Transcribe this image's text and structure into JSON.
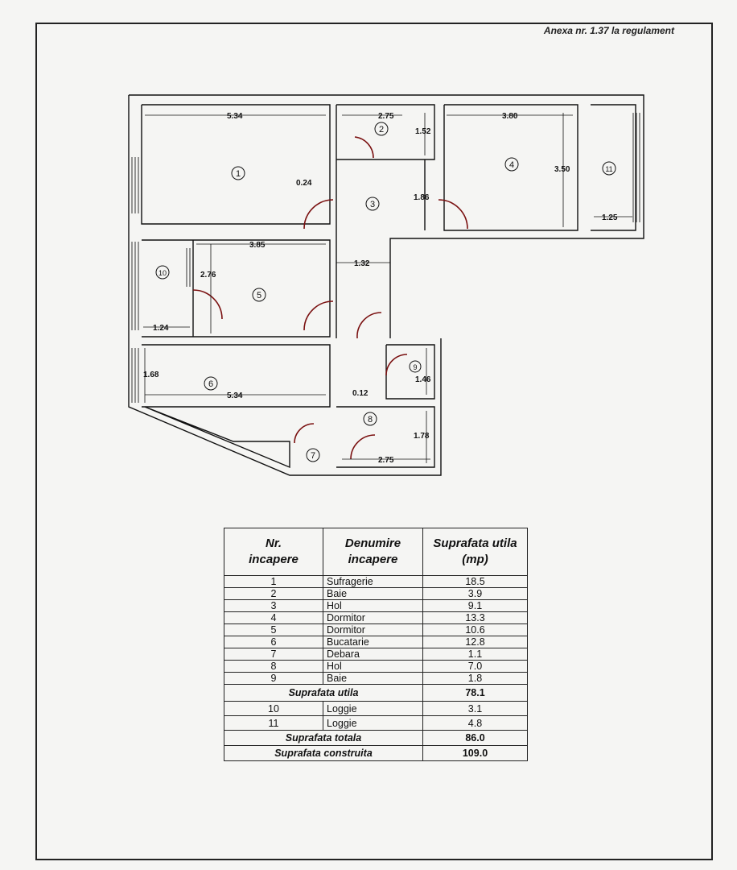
{
  "header": "Anexa nr. 1.37 la regulament",
  "plan": {
    "rooms": [
      "1",
      "2",
      "3",
      "4",
      "5",
      "6",
      "7",
      "8",
      "9",
      "10",
      "11"
    ],
    "dimensions": [
      "5.34",
      "2.75",
      "1.52",
      "3.80",
      "3.50",
      "1.25",
      "0.24",
      "1.86",
      "1.32",
      "3.85",
      "2.76",
      "1.24",
      "1.68",
      "5.34",
      "0.12",
      "1.46",
      "1.78",
      "2.75"
    ]
  },
  "table": {
    "headers": [
      "Nr.\nincapere",
      "Denumire\nincapere",
      "Suprafata utila\n(mp)"
    ],
    "rows": [
      {
        "nr": "1",
        "name": "Sufragerie",
        "area": "18.5"
      },
      {
        "nr": "2",
        "name": "Baie",
        "area": "3.9"
      },
      {
        "nr": "3",
        "name": "Hol",
        "area": "9.1"
      },
      {
        "nr": "4",
        "name": "Dormitor",
        "area": "13.3"
      },
      {
        "nr": "5",
        "name": "Dormitor",
        "area": "10.6"
      },
      {
        "nr": "6",
        "name": "Bucatarie",
        "area": "12.8"
      },
      {
        "nr": "7",
        "name": "Debara",
        "area": "1.1"
      },
      {
        "nr": "8",
        "name": "Hol",
        "area": "7.0"
      },
      {
        "nr": "9",
        "name": "Baie",
        "area": "1.8"
      }
    ],
    "subtotal_label": "Suprafata utila",
    "subtotal_value": "78.1",
    "loggia_rows": [
      {
        "nr": "10",
        "name": "Loggie",
        "area": "3.1"
      },
      {
        "nr": "11",
        "name": "Loggie",
        "area": "4.8"
      }
    ],
    "total_label": "Suprafata totala",
    "total_value": "86.0",
    "built_label": "Suprafata construita",
    "built_value": "109.0"
  }
}
